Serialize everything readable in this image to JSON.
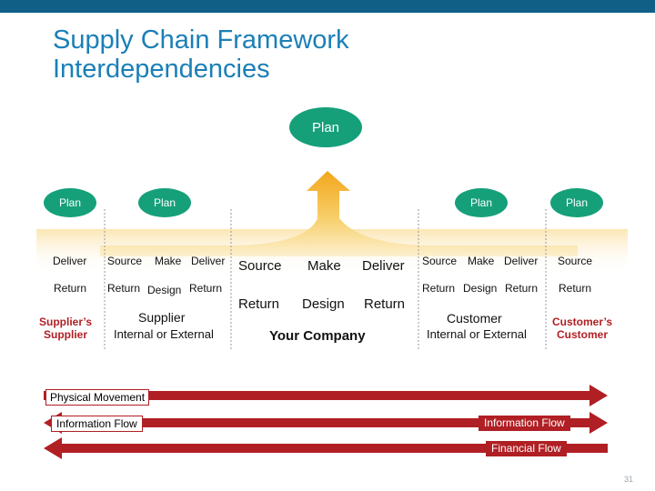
{
  "slide": {
    "title_line1": "Supply Chain Framework",
    "title_line2": "Interdependencies",
    "page_number": "31"
  },
  "top_plan": "Plan",
  "columns": {
    "suppliers_supplier": {
      "plan": "Plan",
      "deliver": "Deliver",
      "return": "Return",
      "name": "Supplier’s Supplier"
    },
    "supplier": {
      "plan": "Plan",
      "source": "Source",
      "make": "Make",
      "deliver": "Deliver",
      "return1": "Return",
      "design": "Design",
      "return2": "Return",
      "name": "Supplier",
      "sub": "Internal or External"
    },
    "company": {
      "source": "Source",
      "make": "Make",
      "deliver": "Deliver",
      "return1": "Return",
      "design": "Design",
      "return2": "Return",
      "name": "Your Company"
    },
    "customer": {
      "plan": "Plan",
      "source": "Source",
      "make": "Make",
      "deliver": "Deliver",
      "return1": "Return",
      "design": "Design",
      "return2": "Return",
      "name": "Customer",
      "sub": "Internal or External"
    },
    "customers_customer": {
      "plan": "Plan",
      "source": "Source",
      "return": "Return",
      "name": "Customer’s Customer"
    }
  },
  "flows": {
    "physical": "Physical Movement",
    "information_left": "Information Flow",
    "information_right": "Information Flow",
    "financial": "Financial Flow"
  },
  "colors": {
    "accent_blue": "#1b7fb7",
    "top_bar": "#0f5f86",
    "plan_green": "#15a07a",
    "arrow_red": "#b01f24",
    "fountain_orange": "#f2a61c"
  }
}
